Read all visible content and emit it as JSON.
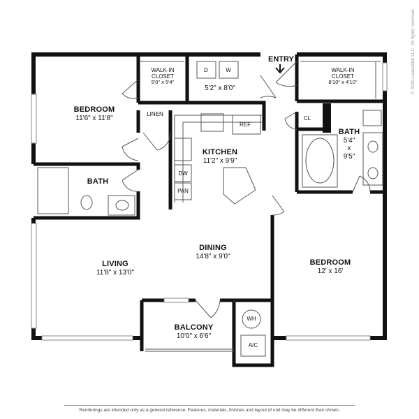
{
  "rooms": {
    "bedroom1": {
      "name": "BEDROOM",
      "dim": "11'6\" x 11'8\""
    },
    "walkin1": {
      "name": "WALK-IN\nCLOSET",
      "dim": "5'0\" x 5'4\""
    },
    "laundry": {
      "dim": "5'2\" x 8'0\""
    },
    "entry": "ENTRY",
    "walkin2": {
      "name": "WALK-IN\nCLOSET",
      "dim": "8'10\" x 4'10\""
    },
    "linen": "LINEN",
    "cl": "CL",
    "bath2": {
      "name": "BATH",
      "dim1": "5'4\"",
      "x": "x",
      "dim2": "9'5\""
    },
    "kitchen": {
      "name": "KITCHEN",
      "dim": "11'2\" x 9'9\""
    },
    "bath1": {
      "name": "BATH"
    },
    "dining": {
      "name": "DINING",
      "dim": "14'8\" x 9'0\""
    },
    "living": {
      "name": "LIVING",
      "dim": "11'8\" x 13'0\""
    },
    "bedroom2": {
      "name": "BEDROOM",
      "dim": "12' x 16'"
    },
    "balcony": {
      "name": "BALCONY",
      "dim": "10'0\" x 6'6\""
    }
  },
  "fixtures": {
    "dryer": "D",
    "washer": "W",
    "ref": "REF",
    "dw": "DW",
    "pan": "PAN",
    "wh": "WH",
    "ac": "A/C"
  },
  "copyright": "© 2020 LeaseStar LLC. All rights reserved.",
  "disclaimer": "Renderings are intended only as a general reference. Features, materials, finishes and layout of unit may be different than shown.",
  "colors": {
    "wall": "#111111",
    "line": "#555555",
    "window": "#888888"
  }
}
